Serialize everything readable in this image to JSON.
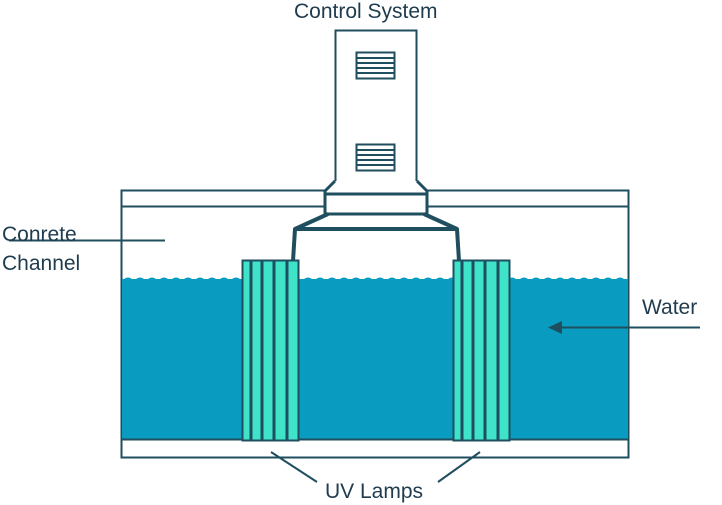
{
  "labels": {
    "control_system": "Control System",
    "channel_line1": "Conrete",
    "channel_line2": "Channel",
    "water": "Water",
    "uv_lamps": "UV Lamps"
  },
  "colors": {
    "outline": "#1f4e5f",
    "water": "#0a9cc0",
    "lamp": "#3ee3c8",
    "lamp_stripe": "#1f4e5f",
    "background": "#ffffff",
    "text": "#1f3b4d"
  }
}
